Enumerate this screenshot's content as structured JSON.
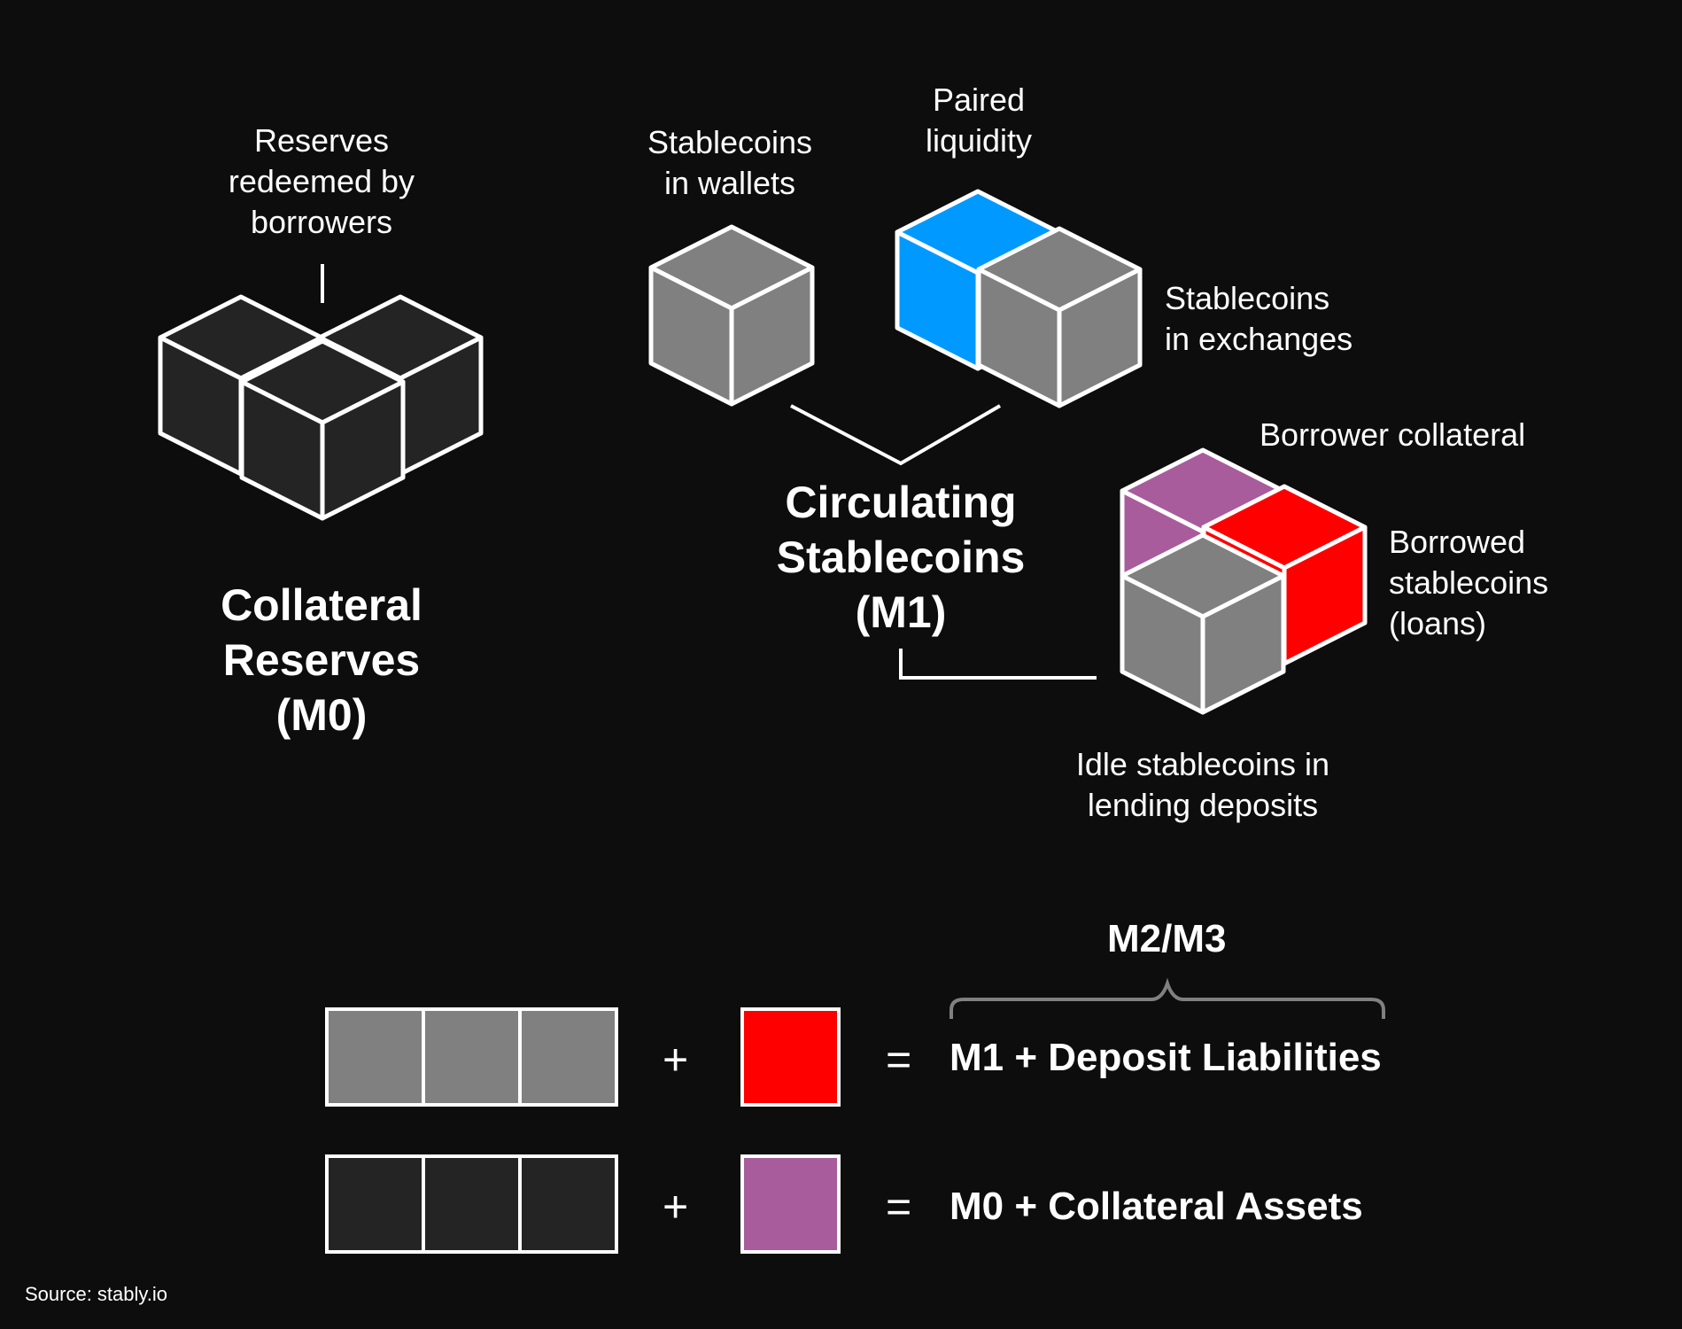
{
  "colors": {
    "background": "#0d0d0d",
    "dark_block": "#242424",
    "gray_block": "#808080",
    "blue_block": "#0099ff",
    "red_block": "#ff0000",
    "purple_block": "#a85c9c",
    "stroke": "#ffffff"
  },
  "m0": {
    "annotation": "Reserves\nredeemed by\nborrowers",
    "title": "Collateral\nReserves\n(M0)"
  },
  "m1": {
    "wallets_label": "Stablecoins\nin wallets",
    "paired_label": "Paired\nliquidity",
    "exchanges_label": "Stablecoins\nin exchanges",
    "title": "Circulating\nStablecoins\n(M1)"
  },
  "lending": {
    "collateral_label": "Borrower collateral",
    "borrowed_label": "Borrowed\nstablecoins\n(loans)",
    "idle_label": "Idle stablecoins in\nlending deposits"
  },
  "equations": {
    "bracket_label": "M2/M3",
    "plus_symbol": "+",
    "equals_symbol": "=",
    "row1_result": "M1 + Deposit Liabilities",
    "row2_result": "M0 + Collateral Assets"
  },
  "source": "Source: stably.io"
}
